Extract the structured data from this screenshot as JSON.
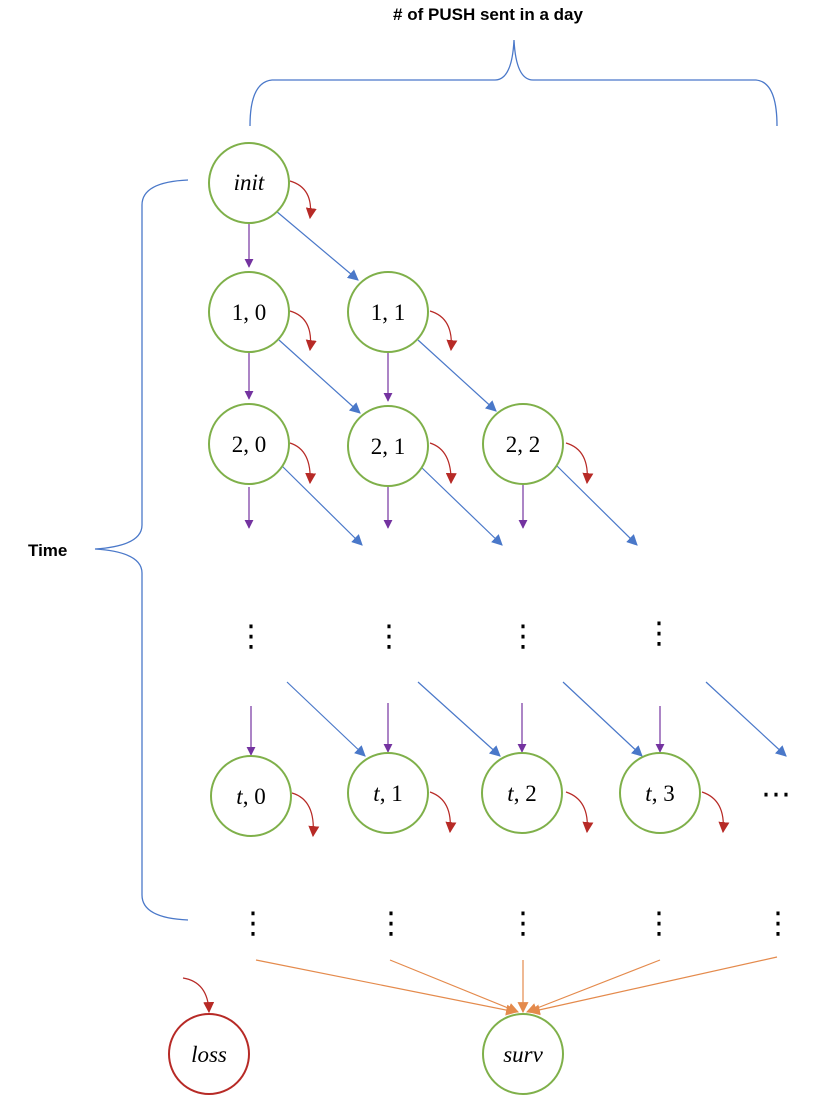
{
  "labels": {
    "top_axis": "# of PUSH sent in a day",
    "left_axis": "Time"
  },
  "colors": {
    "node_stroke": "#7fb04a",
    "loss_stroke": "#b72a26",
    "down_arrow": "#7433a0",
    "diag_arrow": "#4a78c9",
    "loss_arrow": "#b72a26",
    "surv_arrow": "#e48a4c",
    "brace": "#4a78c9"
  },
  "nodes": [
    {
      "id": "init",
      "t": "",
      "k": "init",
      "italic": true
    },
    {
      "id": "n-1-0",
      "t": "1",
      "k": "0"
    },
    {
      "id": "n-1-1",
      "t": "1",
      "k": "1"
    },
    {
      "id": "n-2-0",
      "t": "2",
      "k": "0"
    },
    {
      "id": "n-2-1",
      "t": "2",
      "k": "1"
    },
    {
      "id": "n-2-2",
      "t": "2",
      "k": "2"
    },
    {
      "id": "n-t-0",
      "t": "t",
      "k": "0",
      "t_italic": true
    },
    {
      "id": "n-t-1",
      "t": "t",
      "k": "1",
      "t_italic": true
    },
    {
      "id": "n-t-2",
      "t": "t",
      "k": "2",
      "t_italic": true
    },
    {
      "id": "n-t-3",
      "t": "t",
      "k": "3",
      "t_italic": true
    },
    {
      "id": "loss",
      "t": "",
      "k": "loss",
      "italic": true
    },
    {
      "id": "surv",
      "t": "",
      "k": "surv",
      "italic": true
    }
  ],
  "ellipsis": {
    "vertical": "⋮",
    "horizontal": "⋯"
  }
}
